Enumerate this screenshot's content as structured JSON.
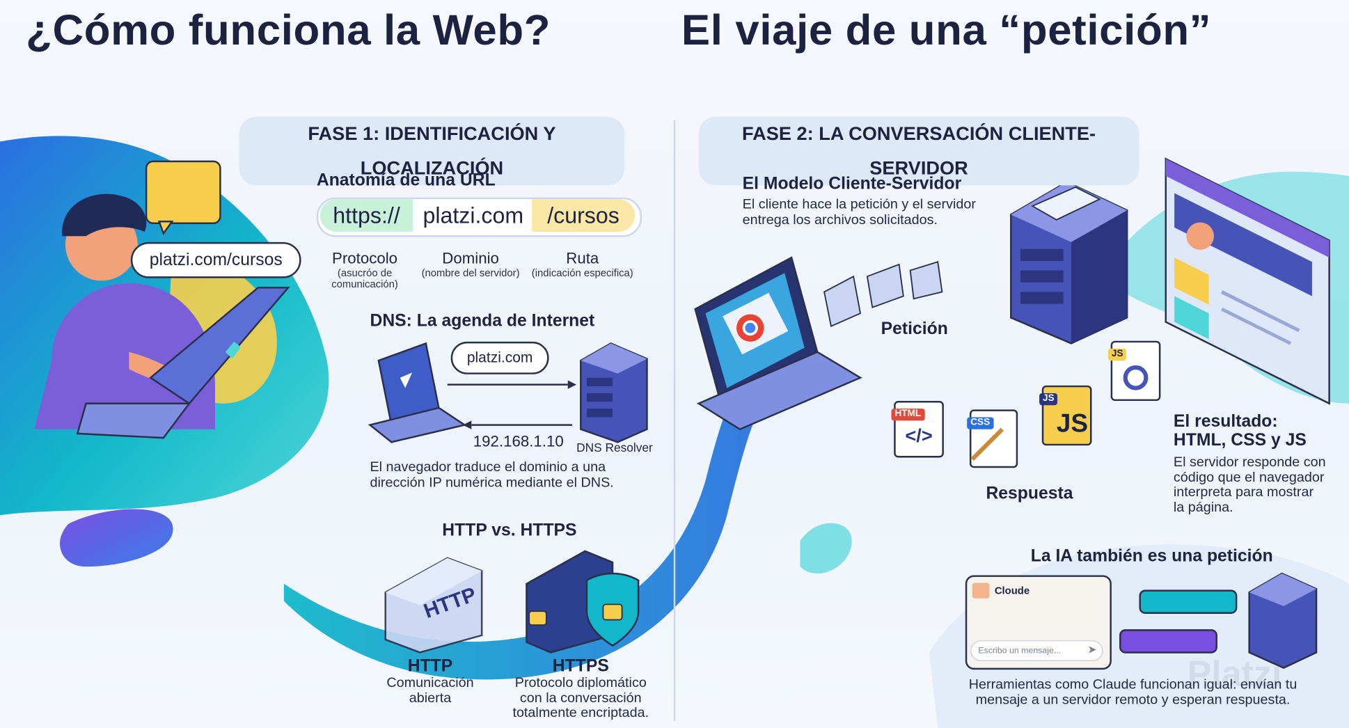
{
  "title_left": "¿Cómo funciona la Web?",
  "title_right": "El viaje de una “petición”",
  "phase1": {
    "label": "FASE 1: IDENTIFICACIÓN Y LOCALIZACIÓN",
    "url_anatomy": {
      "heading": "Anatomía de una URL",
      "protocol_segment": "https://",
      "domain_segment": "platzi.com",
      "path_segment": "/cursos",
      "protocol_label": "Protocolo",
      "protocol_note": "(asucróo de\ncomunicación)",
      "domain_label": "Dominio",
      "domain_note": "(nombre del servidor)",
      "path_label": "Ruta",
      "path_note": "(indicación especifica)"
    },
    "user_bubble": "platzi.com/cursos",
    "dns": {
      "heading": "DNS: La agenda de Internet",
      "query_bubble": "platzi.com",
      "ip": "192.168.1.10",
      "resolver_label": "DNS Resolver",
      "description": "El navegador traduce el dominio a una\ndirección IP numérica mediante el DNS."
    },
    "http_vs_https": {
      "heading": "HTTP vs. HTTPS",
      "http_title": "HTTP",
      "http_icon_text": "HTTP",
      "http_desc": "Comunicación\nabierta",
      "https_title": "HTTPS",
      "https_desc": "Protocolo diplomático\ncon la conversación\ntotalmente encriptada."
    }
  },
  "phase2": {
    "label": "FASE 2: LA CONVERSACIÓN CLIENTE-SERVIDOR",
    "model": {
      "heading": "El Modelo Cliente-Servidor",
      "description": "El cliente hace la petición y el servidor\nentrega los archivos solicitados."
    },
    "request_label": "Petición",
    "response_label": "Respuesta",
    "file_badges": [
      "HTML",
      "CSS",
      "JS",
      "JS"
    ],
    "js_big": "JS",
    "result": {
      "heading": "El resultado:\nHTML, CSS y JS",
      "description": "El servidor responde con\ncódigo que el navegador\ninterpreta para mostrar\nla página."
    },
    "ai": {
      "heading": "La IA también es una petición",
      "app_name": "Cloude",
      "input_placeholder": "Escribo un mensaje...",
      "description": "Herramientas como Claude funcionan igual: envían tu\nmensaje a un servidor remoto y esperan respuesta."
    },
    "watermark": "Platzi"
  },
  "colors": {
    "dark_navy": "#1c2240",
    "pill_bg": "#dde9f7",
    "teal": "#12b8c9",
    "blue": "#2b6fe0",
    "purple": "#7a4fe0",
    "yellow": "#f8cf4d",
    "green_protocol": "#c9f0d9",
    "yellow_path": "#fbe7a7"
  }
}
